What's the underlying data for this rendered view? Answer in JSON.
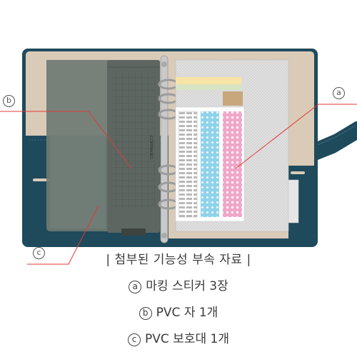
{
  "caption": {
    "title": "| 첨부된 기능성 부속 자료 |",
    "items": [
      {
        "marker": "a",
        "text": "마킹 스티커 3장"
      },
      {
        "marker": "b",
        "text": "PVC 자 1개"
      },
      {
        "marker": "c",
        "text": "PVC 보호대 1개"
      }
    ]
  },
  "callouts": [
    {
      "marker": "a",
      "target": "marking-stickers"
    },
    {
      "marker": "b",
      "target": "pvc-ruler"
    },
    {
      "marker": "c",
      "target": "pvc-protector"
    }
  ],
  "colors": {
    "cover_outer": "#1f4a5c",
    "cover_inner": "#d9cbb8",
    "protector": "#6f7a73",
    "sticker_blue": "#8fd3ea",
    "sticker_pink": "#f0a7c8",
    "sticker_gray": "#b9b9b9",
    "leader_line": "#e53935"
  },
  "photo_text": {
    "ruler_brand": "COMMAND"
  }
}
